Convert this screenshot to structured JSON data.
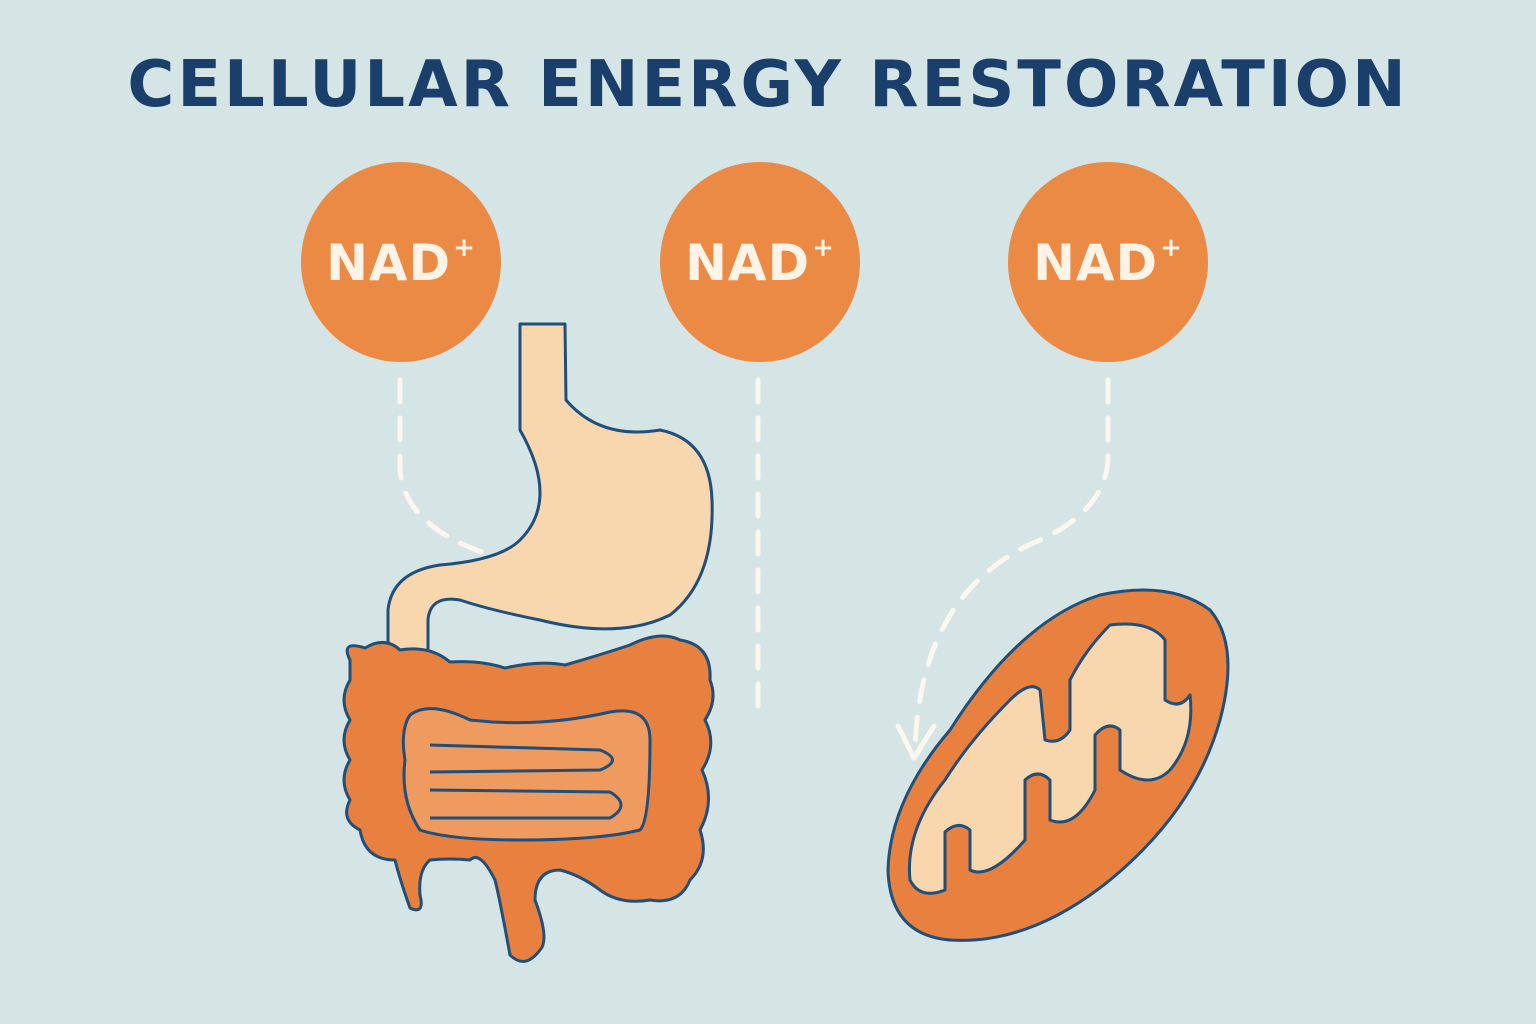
{
  "title": "CELLULAR ENERGY RESTORATION",
  "badges": [
    {
      "label": "NAD",
      "superscript": "+"
    },
    {
      "label": "NAD",
      "superscript": "+"
    },
    {
      "label": "NAD",
      "superscript": "+"
    }
  ],
  "colors": {
    "background": "#d5e5e6",
    "title": "#1b3f6b",
    "badge": "#eb8a45",
    "badge_text": "#fdf3e6",
    "stomach": "#f8d7ae",
    "intestine": "#e8803f",
    "outline": "#1f4f7a",
    "dashes": "#fbf7ee"
  },
  "illustrations": [
    "digestive-system",
    "mitochondrion"
  ]
}
